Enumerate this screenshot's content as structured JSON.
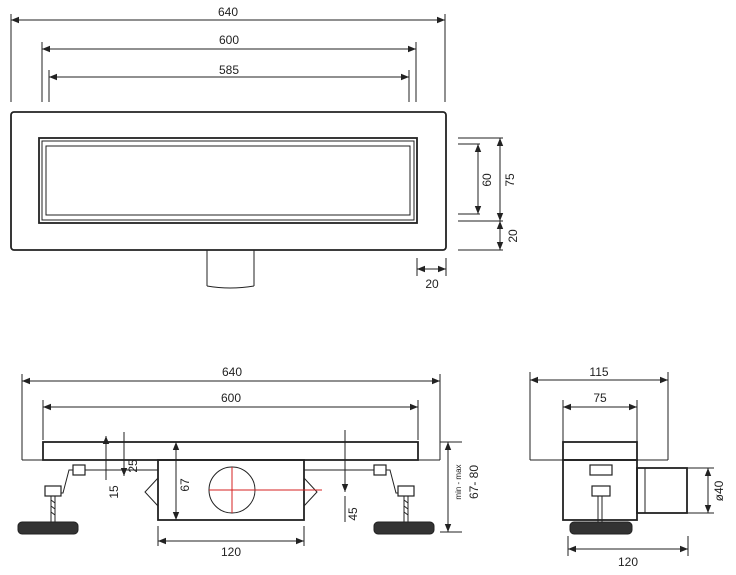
{
  "top_view": {
    "dims": {
      "total_length": "640",
      "body_length": "600",
      "grate_length": "585",
      "grate_width": "60",
      "body_width": "75",
      "flange": "20",
      "flange_side": "20"
    }
  },
  "front_view": {
    "dims": {
      "total_length": "640",
      "body_length": "600",
      "bracket_height": "15",
      "flange_depth": "25",
      "body_height": "67",
      "outlet_height": "45",
      "height_range": "67- 80",
      "height_range_label": "min - max",
      "outlet_width": "120"
    }
  },
  "side_view": {
    "dims": {
      "total_width": "115",
      "channel_width": "75",
      "outlet_diameter": "ø40",
      "base_width": "120"
    }
  },
  "colors": {
    "line": "#222222",
    "axis": "#d62020"
  }
}
